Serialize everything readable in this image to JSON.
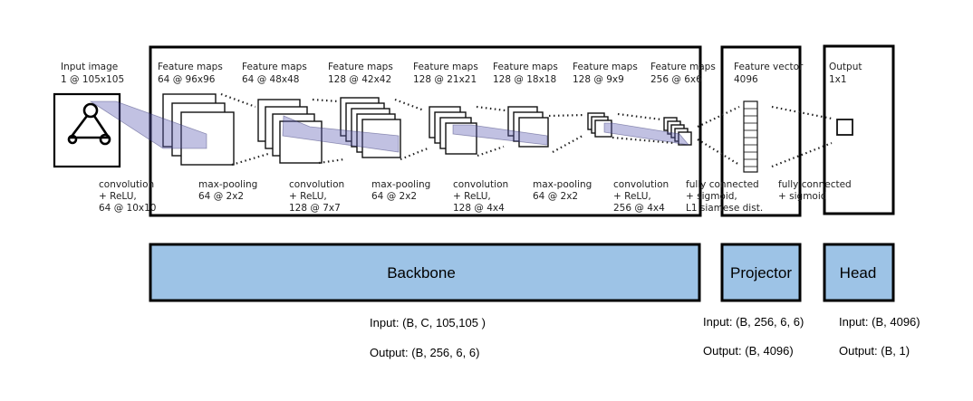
{
  "network": {
    "input": {
      "title": "Input image",
      "size": "1 @ 105x105"
    },
    "feature_maps": [
      {
        "title": "Feature maps",
        "size": "64 @ 96x96"
      },
      {
        "title": "Feature maps",
        "size": "64 @ 48x48"
      },
      {
        "title": "Feature maps",
        "size": "128 @ 42x42"
      },
      {
        "title": "Feature maps",
        "size": "128 @ 21x21"
      },
      {
        "title": "Feature maps",
        "size": "128 @ 18x18"
      },
      {
        "title": "Feature maps",
        "size": "128 @ 9x9"
      },
      {
        "title": "Feature maps",
        "size": "256 @ 6x6"
      }
    ],
    "feature_vector": {
      "title": "Feature vector",
      "size": "4096"
    },
    "output": {
      "title": "Output",
      "size": "1x1"
    },
    "operations": [
      {
        "line1": "convolution",
        "line2": "+ ReLU,",
        "line3": "64 @ 10x10"
      },
      {
        "line1": "max-pooling",
        "line2": "64 @ 2x2",
        "line3": ""
      },
      {
        "line1": "convolution",
        "line2": "+ ReLU,",
        "line3": "128 @ 7x7"
      },
      {
        "line1": "max-pooling",
        "line2": "64 @ 2x2",
        "line3": ""
      },
      {
        "line1": "convolution",
        "line2": "+ ReLU,",
        "line3": "128 @ 4x4"
      },
      {
        "line1": "max-pooling",
        "line2": "64 @ 2x2",
        "line3": ""
      },
      {
        "line1": "convolution",
        "line2": "+ ReLU,",
        "line3": "256 @ 4x4"
      },
      {
        "line1": "fully connected",
        "line2": "+ sigmoid,",
        "line3": "L1 siamese dist."
      },
      {
        "line1": "fully connected",
        "line2": "+ sigmoid",
        "line3": ""
      }
    ]
  },
  "blocks": {
    "backbone": {
      "label": "Backbone",
      "input": "Input: (B, C, 105,105 )",
      "output": "Output: (B, 256, 6, 6)"
    },
    "projector": {
      "label": "Projector",
      "input": "Input: (B, 256, 6, 6)",
      "output": "Output: (B, 4096)"
    },
    "head": {
      "label": "Head",
      "input": "Input: (B, 4096)",
      "output": "Output: (B, 1)"
    }
  },
  "colors": {
    "block_fill": "#9dc3e6",
    "block_border": "#000000",
    "projection": "#5c5cb4"
  }
}
